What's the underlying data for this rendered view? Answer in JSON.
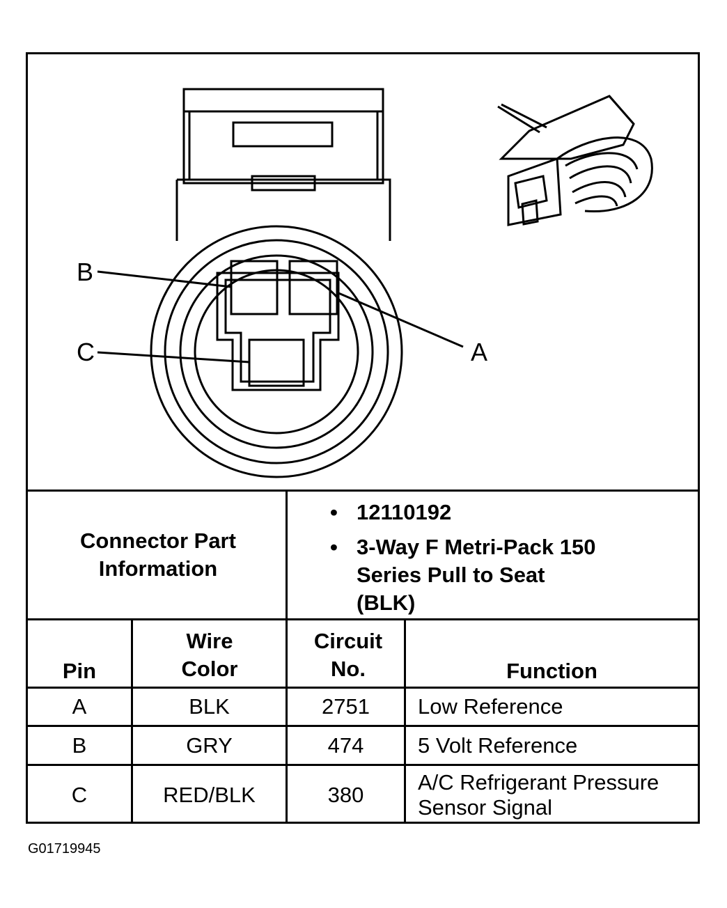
{
  "diagram": {
    "pin_labels": {
      "a": "A",
      "b": "B",
      "c": "C"
    }
  },
  "connector_info": {
    "label": "Connector Part Information",
    "items": [
      "12110192",
      "3-Way F Metri-Pack 150 Series Pull to Seat (BLK)"
    ]
  },
  "table": {
    "headers": {
      "pin": "Pin",
      "wire_color": "Wire Color",
      "circuit": "Circuit No.",
      "function": "Function"
    },
    "rows": [
      {
        "pin": "A",
        "wire_color": "BLK",
        "circuit": "2751",
        "function": "Low Reference"
      },
      {
        "pin": "B",
        "wire_color": "GRY",
        "circuit": "474",
        "function": "5 Volt Reference"
      },
      {
        "pin": "C",
        "wire_color": "RED/BLK",
        "circuit": "380",
        "function": "A/C Refrigerant Pressure Sensor Signal"
      }
    ]
  },
  "doc_id": "G01719945"
}
